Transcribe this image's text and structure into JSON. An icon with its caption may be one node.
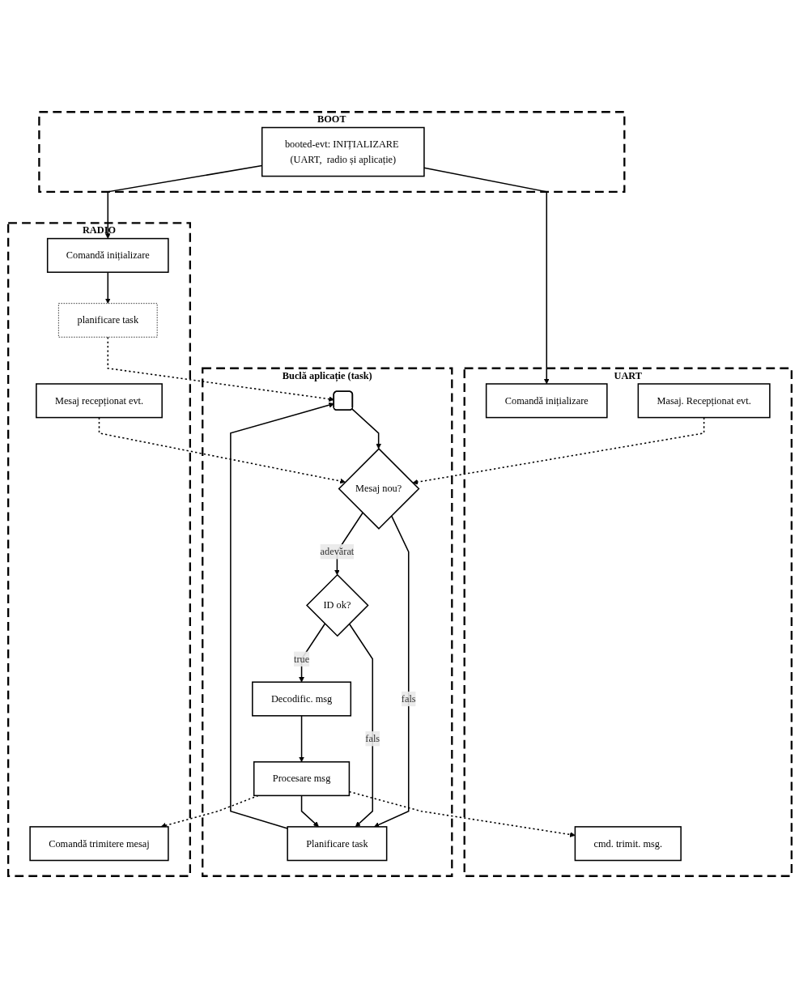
{
  "diagram": {
    "nodes": [
      {
        "text": [
          "BOOT"
        ]
      },
      {
        "text": [
          "booted-evt: INIȚIALIZARE (UART,  radio și aplicație)"
        ],
        "in": 0
      },
      {
        "text": [
          "RADIO"
        ]
      },
      {
        "text": [
          "Mesaj recepționat evt."
        ],
        "in": 2
      },
      {
        "text": [
          "planificare task"
        ],
        "in": 2
      },
      {
        "text": [
          "Comandă inițializare"
        ],
        "in": 2
      },
      {
        "text": [
          "Comandă trimitere mesaj"
        ],
        "in": 2
      },
      {
        "text": [
          "Buclă aplicație (task)"
        ]
      },
      {
        "text": [],
        "shape": "box",
        "in": 7
      },
      {
        "text": [
          "Mesaj nou?"
        ],
        "in": 7
      },
      {
        "text": [
          "ID ok?"
        ],
        "in": 7
      },
      {
        "text": [
          "Decodific. msg"
        ],
        "in": 7
      },
      {
        "text": [
          "Procesare msg"
        ],
        "in": 7
      },
      {
        "text": [
          "Planificare task"
        ],
        "in": 7
      },
      {
        "text": [
          "UART"
        ]
      },
      {
        "text": [
          "Comandă inițializare"
        ],
        "in": 14
      },
      {
        "text": [
          "Masaj. Recepționat evt."
        ],
        "in": 14
      },
      {
        "text": [
          "cmd. trimit. msg."
        ],
        "in": 14
      }
    ],
    "edges": [
      {
        "from": 1,
        "to": 5,
        "arrow": "to"
      },
      {
        "from": 1,
        "to": 15,
        "arrow": "to"
      },
      {
        "from": 5,
        "to": 4,
        "arrow": "to"
      },
      {
        "from": 4,
        "to": 8,
        "arrow": "to",
        "style": "dashed"
      },
      {
        "from": 3,
        "to": 9,
        "arrow": "to",
        "style": "dashed"
      },
      {
        "from": 16,
        "to": 9,
        "arrow": "to",
        "style": "dashed"
      },
      {
        "from": 8,
        "to": 9,
        "arrow": "to"
      },
      {
        "from": 9,
        "to": 13,
        "arrow": "to",
        "label": "fals"
      },
      {
        "from": 9,
        "to": 10,
        "arrow": "to",
        "label": "adevărat"
      },
      {
        "from": 10,
        "to": 13,
        "arrow": "to",
        "label": "fals"
      },
      {
        "from": 10,
        "to": 11,
        "arrow": "to",
        "label": "true"
      },
      {
        "from": 11,
        "to": 12,
        "arrow": "to"
      },
      {
        "from": 12,
        "to": 13,
        "arrow": "to"
      },
      {
        "from": 13,
        "to": 8,
        "arrow": "to"
      },
      {
        "from": 12,
        "to": 6,
        "arrow": "to",
        "style": "dashed"
      },
      {
        "from": 12,
        "to": 17,
        "arrow": "to",
        "style": "dashed"
      }
    ]
  }
}
